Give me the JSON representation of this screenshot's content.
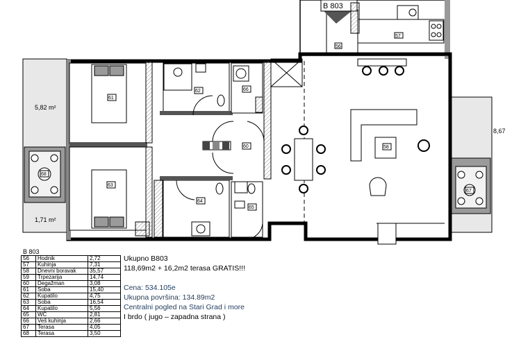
{
  "plan": {
    "apartment_tag": "B 803",
    "room_tags": [
      "56",
      "57",
      "58",
      "60",
      "61",
      "62",
      "63",
      "64",
      "65",
      "66",
      "67",
      "68"
    ],
    "terrace_left_top": "5,82 m²",
    "terrace_left_bottom": "1,71 m²",
    "terrace_right": "8,67"
  },
  "legend": {
    "title": "B 803",
    "rows": [
      {
        "no": "56",
        "name": "Hodnik",
        "area": "2,72"
      },
      {
        "no": "57",
        "name": "Kuhinja",
        "area": "7,31"
      },
      {
        "no": "58",
        "name": "Dnevni boravak",
        "area": "35,57"
      },
      {
        "no": "59",
        "name": "Trpezarija",
        "area": "14,74"
      },
      {
        "no": "60",
        "name": "Degažman",
        "area": "3,08"
      },
      {
        "no": "61",
        "name": "Soba",
        "area": "15,40"
      },
      {
        "no": "62",
        "name": "Kupatilo",
        "area": "4,75"
      },
      {
        "no": "63",
        "name": "Soba",
        "area": "16,54"
      },
      {
        "no": "64",
        "name": "Kupatilo",
        "area": "5,56"
      },
      {
        "no": "65",
        "name": "WC",
        "area": "2,81"
      },
      {
        "no": "66",
        "name": "Veš kuhinja",
        "area": "2,66"
      },
      {
        "no": "67",
        "name": "Terasa",
        "area": "4,05"
      },
      {
        "no": "68",
        "name": "Terasa",
        "area": "3,50"
      }
    ]
  },
  "info": {
    "total_title": "Ukupno B803",
    "total_line": "118,69m2 + 16,2m2 terasa GRATIS!!!",
    "price_label": "Cena: ",
    "price_value": "534.105e",
    "area_label": "Ukupna površina: ",
    "area_value": "134.89m2",
    "view_line1": "Centralni pogled na Stari Grad i more",
    "view_line2": "I brdo ( jugo – zapadna strana )"
  }
}
